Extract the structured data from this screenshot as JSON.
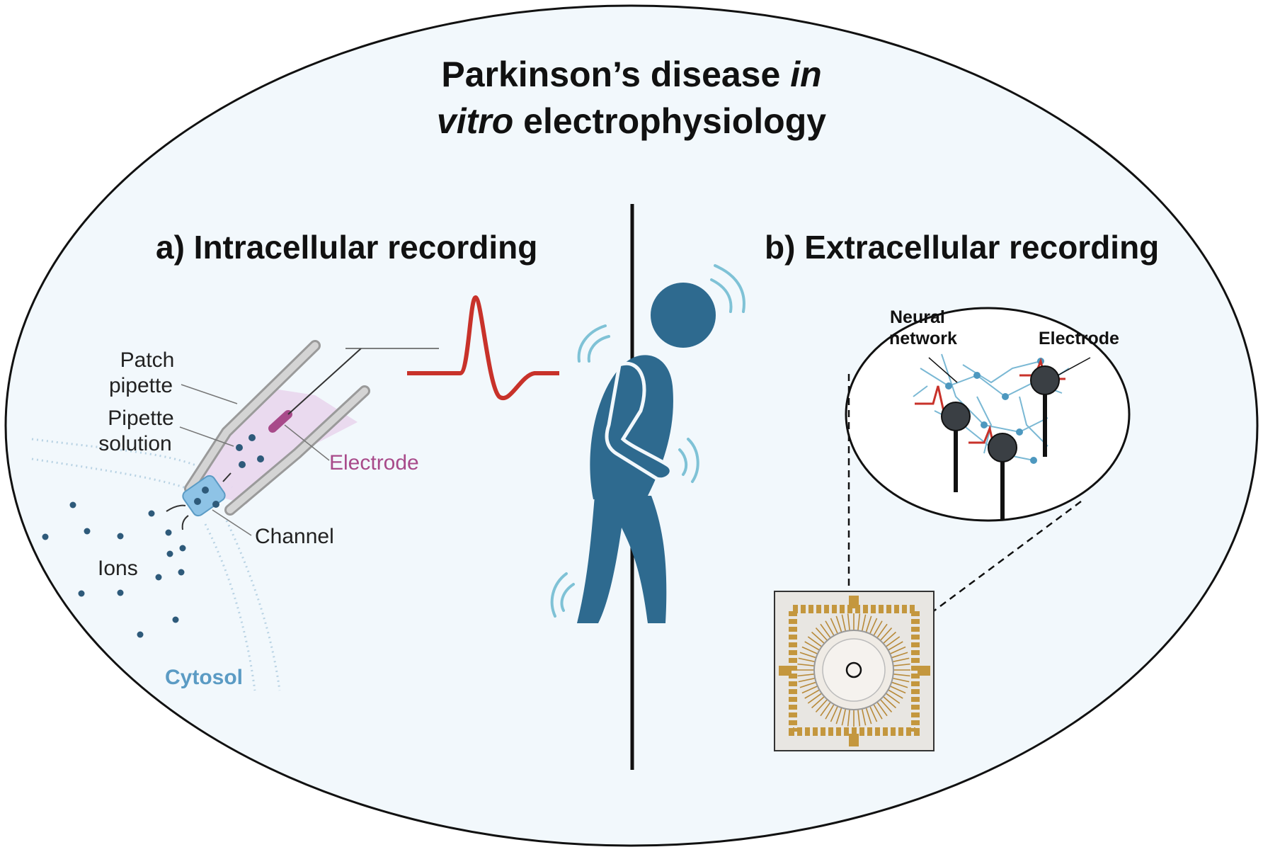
{
  "title": {
    "line1_main": "Parkinson’s disease ",
    "line1_italic": "in",
    "line2_italic": "vitro",
    "line2_main": " electrophysiology"
  },
  "sections": {
    "intracellular": "a)  Intracellular recording",
    "extracellular": "b)  Extracellular  recording"
  },
  "labels": {
    "patch_1": "Patch",
    "patch_2": "pipette",
    "pipette_solution_1": "Pipette",
    "pipette_solution_2": "solution",
    "electrode": "Electrode",
    "channel": "Channel",
    "ions": "Ions",
    "cytosol": "Cytosol",
    "neural_network_1": "Neural",
    "neural_network_2": "network",
    "electrode_inset": "Electrode"
  },
  "colors": {
    "ellipse_fill": "#f2f8fc",
    "figure": "#2e6a8f",
    "spike": "#c8322a",
    "electrode_label": "#a84a8a",
    "cytosol_label": "#5b9bc4",
    "pipette_fill": "#e9d8ee",
    "gold": "#c4973e"
  },
  "icons": [
    "patch-pipette-icon",
    "action-potential-icon",
    "parkinson-patient-icon",
    "neural-network-inset-icon",
    "microelectrode-array-icon"
  ]
}
